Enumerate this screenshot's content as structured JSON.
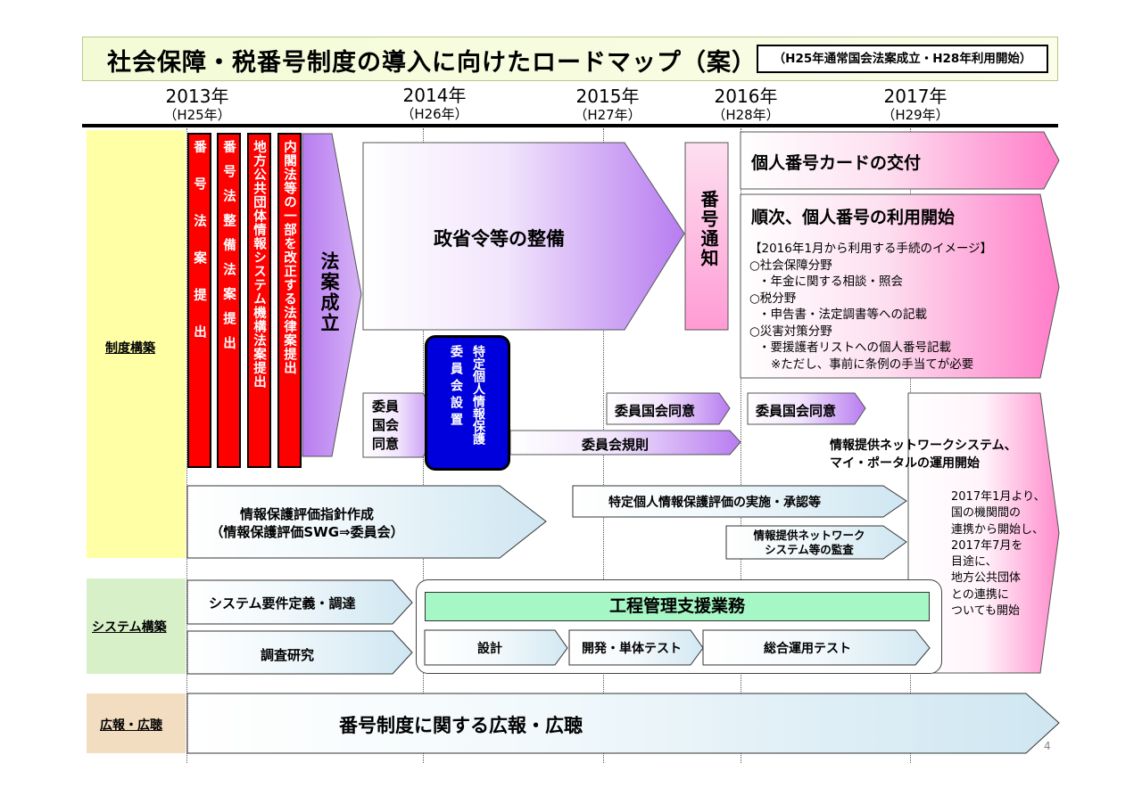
{
  "title": "社会保障・税番号制度の導入に向けたロードマップ（案）",
  "subtitle": "（H25年通常国会法案成立・H28年利用開始）",
  "years": [
    {
      "year": "2013年",
      "era": "（H25年）"
    },
    {
      "year": "2014年",
      "era": "（H26年）"
    },
    {
      "year": "2015年",
      "era": "（H27年）"
    },
    {
      "year": "2016年",
      "era": "（H28年）"
    },
    {
      "year": "2017年",
      "era": "（H29年）"
    }
  ],
  "categories": {
    "seido": "制度構築",
    "system": "システム構築",
    "koho": "広報・広聴"
  },
  "red_columns": [
    "番号法案提出",
    "番号法整備法案提出",
    "地方公共団体情報システム機構法案提出",
    "内閣法等の一部を改正する法律案提出"
  ],
  "hoan_seiritsu": "法案成立",
  "shoreirei": "政省令等の整備",
  "bango_tsuchi": "番号通知",
  "card": "個人番号カードの交付",
  "riyou_kaishi": {
    "heading": "順次、個人番号の利用開始",
    "lines": [
      "【2016年1月から利用する手続のイメージ】",
      "○社会保障分野",
      "・年金に関する相談・照会",
      "○税分野",
      "・申告書・法定調書等への記載",
      "○災害対策分野",
      "・要援護者リストへの個人番号記載",
      "※ただし、事前に条例の手当てが必要"
    ]
  },
  "iinkai_kokkai_doui": "委員国会同意",
  "iinkai_kokkai_doui_2015": "委員国会同意",
  "iinkai_kokkai_doui_2016": "委員国会同意",
  "tokutei_iinkai": [
    "特定個人情報保護",
    "委員会設置"
  ],
  "iinkai_kisoku": "委員会規則",
  "network_kaishi": [
    "情報提供ネットワークシステム、",
    "マイ・ポータルの運用開始"
  ],
  "hyoka_shishin": [
    "情報保護評価指針作成",
    "（情報保護評価SWG⇒委員会）"
  ],
  "hyoka_jisshi": "特定個人情報保護評価の実施・承認等",
  "kansa": [
    "情報提供ネットワーク",
    "システム等の監査"
  ],
  "pink_note": [
    "2017年1月より、",
    "国の機関間の",
    "連携から開始し、",
    "2017年7月を",
    "目途に、",
    "地方公共団体",
    "との連携に",
    "ついても開始"
  ],
  "sys_youken": "システム要件定義・調達",
  "chousa": "調査研究",
  "koutei": "工程管理支援業務",
  "sekkei": "設計",
  "kaihatsu": "開発・単体テスト",
  "sougou": "総合運用テスト",
  "koho_bar": "番号制度に関する広報・広聴",
  "page_number": "4",
  "colors": {
    "purple": "#b77cf0",
    "pink": "#ff7cc8",
    "red": "#ff0000",
    "blue": "#0000dd",
    "green": "#a6f7c6",
    "light_blue": "#d7ecf4"
  }
}
